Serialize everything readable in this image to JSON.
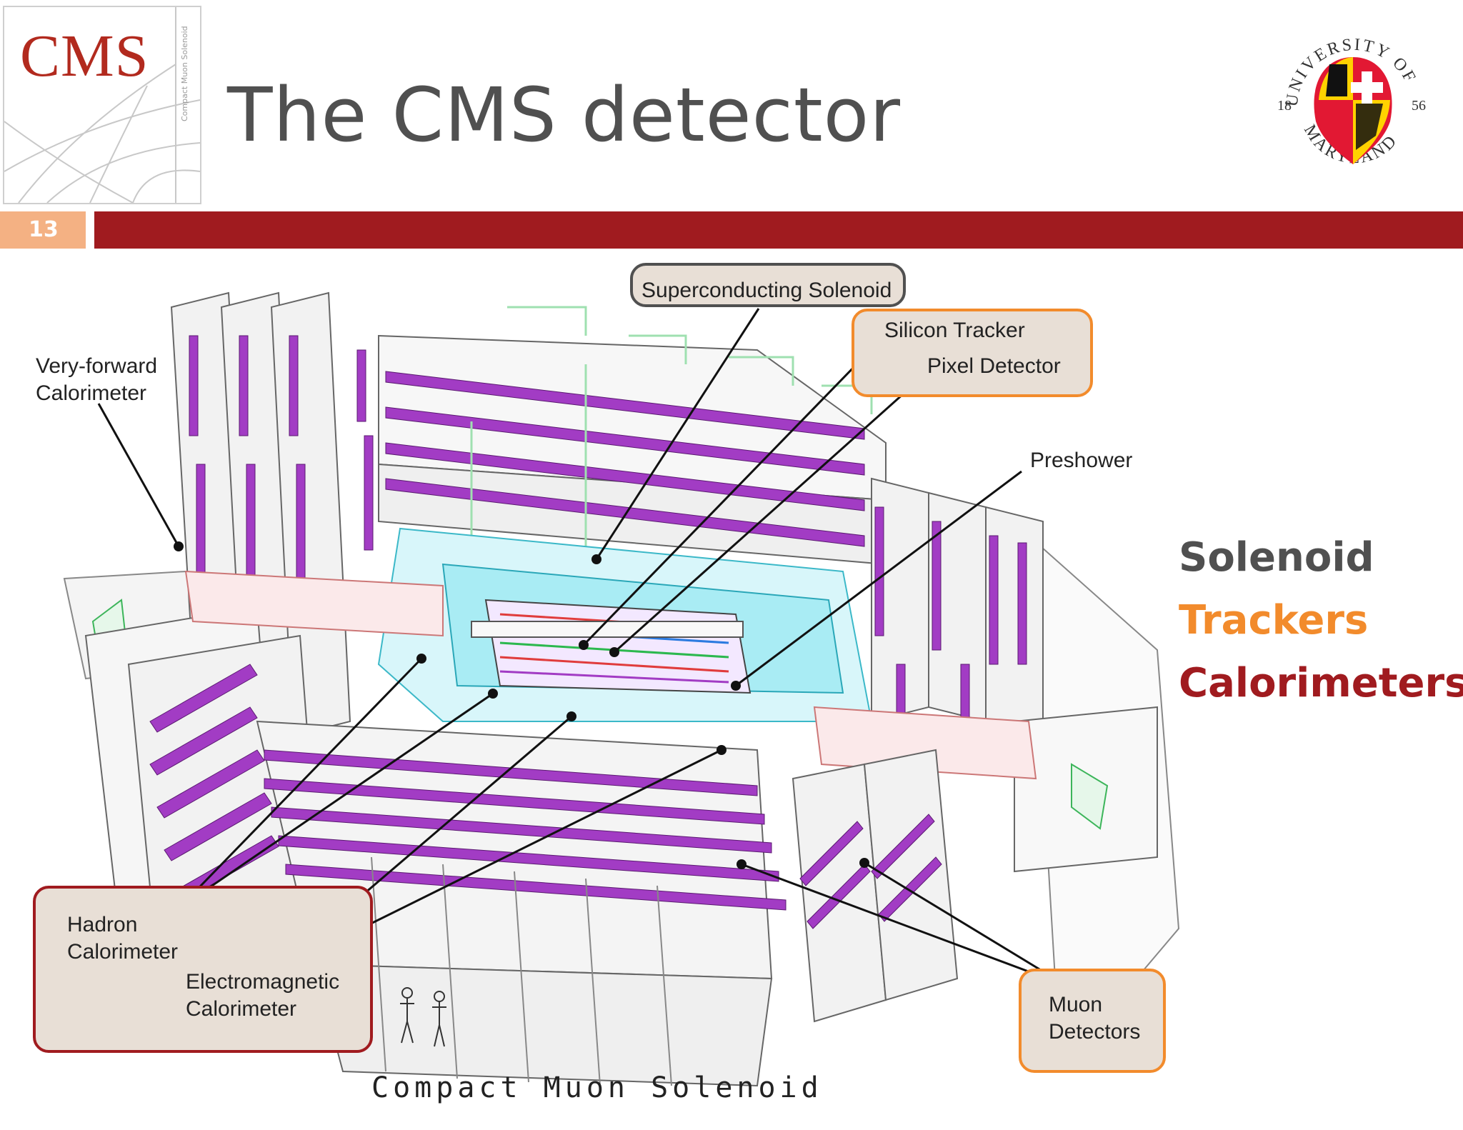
{
  "header": {
    "title": "The CMS detector",
    "cms_logo_text": "CMS",
    "cms_logo_subtext": "Compact Muon Solenoid",
    "slide_number": "13",
    "umd_logo": {
      "top_text": "UNIVERSITY OF",
      "bottom_text": "MARYLAND",
      "year_left": "18",
      "year_right": "56"
    }
  },
  "diagram": {
    "labels": {
      "superconducting_solenoid": "Superconducting Solenoid",
      "silicon_tracker": "Silicon Tracker",
      "pixel_detector": "Pixel Detector",
      "very_forward_line1": "Very-forward",
      "very_forward_line2": "Calorimeter",
      "preshower": "Preshower",
      "hadron_line1": "Hadron",
      "hadron_line2": "Calorimeter",
      "em_line1": "Electromagnetic",
      "em_line2": "Calorimeter",
      "muon_line1": "Muon",
      "muon_line2": "Detectors"
    },
    "footer": "Compact Muon Solenoid"
  },
  "legend": [
    {
      "text": "Solenoid",
      "color": "#505050"
    },
    {
      "text": "Trackers",
      "color": "#f28b2c"
    },
    {
      "text": "Calorimeters",
      "color": "#a01b1f"
    }
  ],
  "colors": {
    "accent_red": "#a01b1f",
    "accent_orange": "#f28b2c",
    "slide_num_bg": "#f4b183",
    "box_fill": "#e8dfd6",
    "magenta": "#a23cc4",
    "cyan": "#5fd3e0"
  }
}
